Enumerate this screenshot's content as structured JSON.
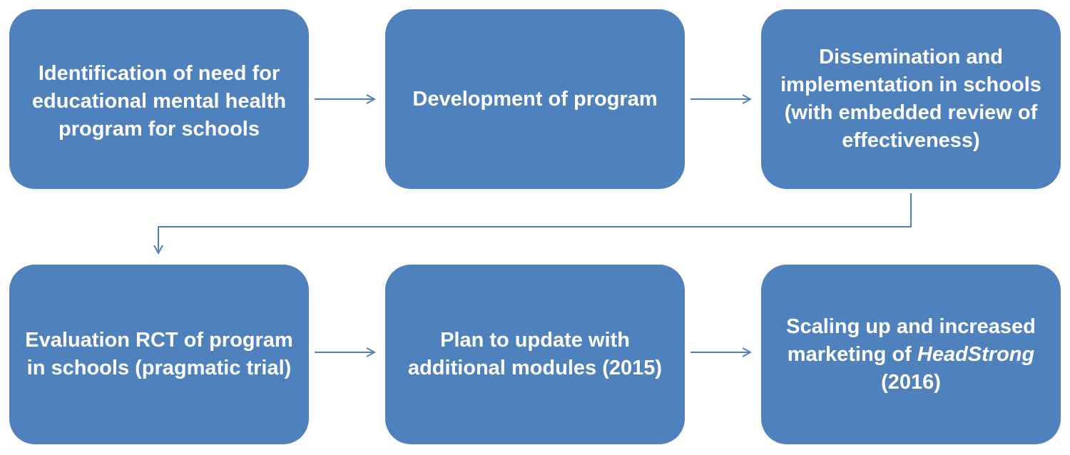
{
  "flow": {
    "steps": [
      {
        "text": "Identification of need for educational mental health program for schools"
      },
      {
        "text": "Development of program"
      },
      {
        "text": "Dissemination and implementation in schools (with embedded review of effectiveness)"
      },
      {
        "text": "Evaluation RCT of program in schools (pragmatic trial)"
      },
      {
        "text": "Plan to update with additional modules (2015)"
      },
      {
        "text_before": "Scaling up and increased marketing of ",
        "text_emphasis": "HeadStrong",
        "text_after": " (2016)"
      }
    ]
  },
  "colors": {
    "box_fill": "#4f81bd",
    "box_text": "#ffffff",
    "arrow": "#4f81bd"
  }
}
